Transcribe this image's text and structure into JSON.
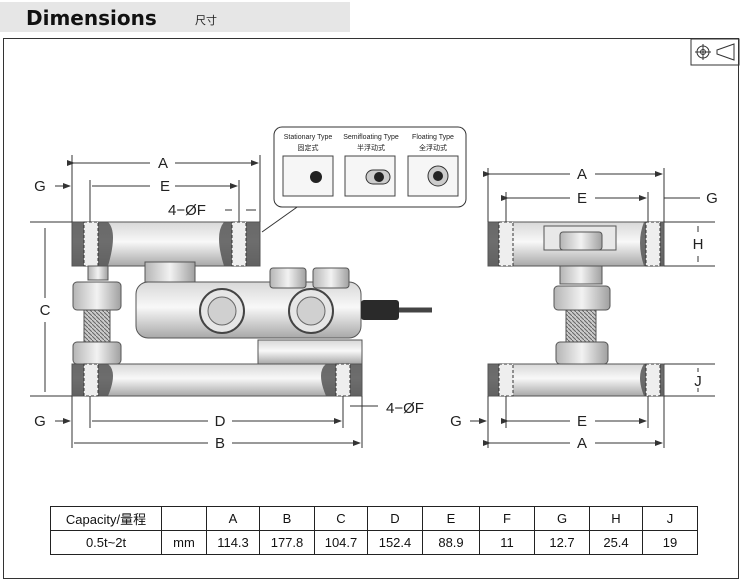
{
  "header": {
    "title": "Dimensions",
    "subtitle": "尺寸"
  },
  "legend": {
    "stationary": {
      "en": "Stationary Type",
      "zh": "固定式"
    },
    "semifloating": {
      "en": "Semifloating Type",
      "zh": "半浮动式"
    },
    "floating": {
      "en": "Floating Type",
      "zh": "全浮动式"
    }
  },
  "labels": {
    "A": "A",
    "B": "B",
    "C": "C",
    "D": "D",
    "E": "E",
    "F": "4−ØF",
    "G": "G",
    "H": "H",
    "J": "J"
  },
  "table": {
    "capacity_label": "Capacity/量程",
    "headers": [
      "A",
      "B",
      "C",
      "D",
      "E",
      "F",
      "G",
      "H",
      "J"
    ],
    "row": {
      "capacity": "0.5t~2t",
      "unit": "mm",
      "values": [
        "114.3",
        "177.8",
        "104.7",
        "152.4",
        "88.9",
        "11",
        "12.7",
        "25.4",
        "19"
      ]
    }
  }
}
